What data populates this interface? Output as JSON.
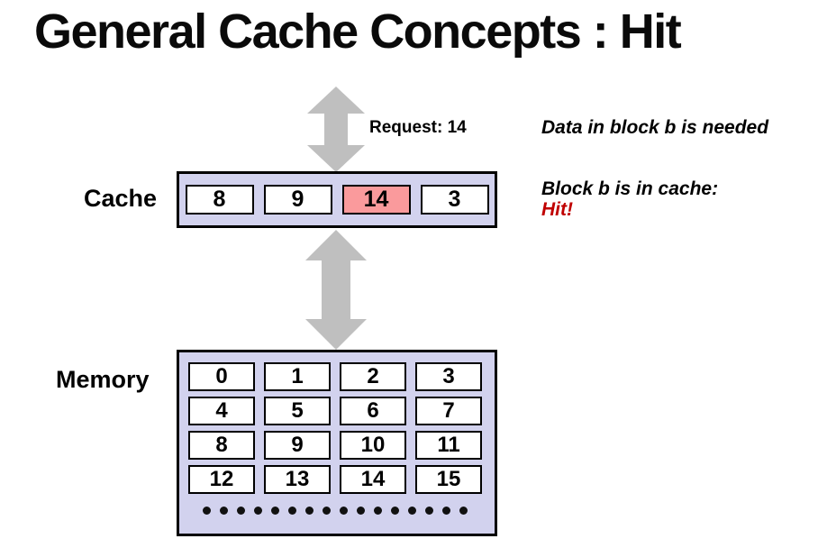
{
  "slide": {
    "title": "General Cache Concepts : Hit"
  },
  "request": {
    "label": "Request: 14"
  },
  "annotations": {
    "line1": "Data in block b is needed",
    "line2": "Block b is in cache:",
    "line3": "Hit!"
  },
  "cache": {
    "label": "Cache",
    "cells": [
      "8",
      "9",
      "14",
      "3"
    ],
    "highlight_index": 2,
    "highlighted_value": "14"
  },
  "memory": {
    "label": "Memory",
    "cells": [
      "0",
      "1",
      "2",
      "3",
      "4",
      "5",
      "6",
      "7",
      "8",
      "9",
      "10",
      "11",
      "12",
      "13",
      "14",
      "15"
    ],
    "ellipsis_dot_count": 16
  },
  "colors": {
    "box_fill": "#d2d2ee",
    "highlight_fill": "#fa9a9c",
    "arrow_gray": "#bfbfbf",
    "hit_red": "#c00000",
    "border_black": "#000000"
  }
}
